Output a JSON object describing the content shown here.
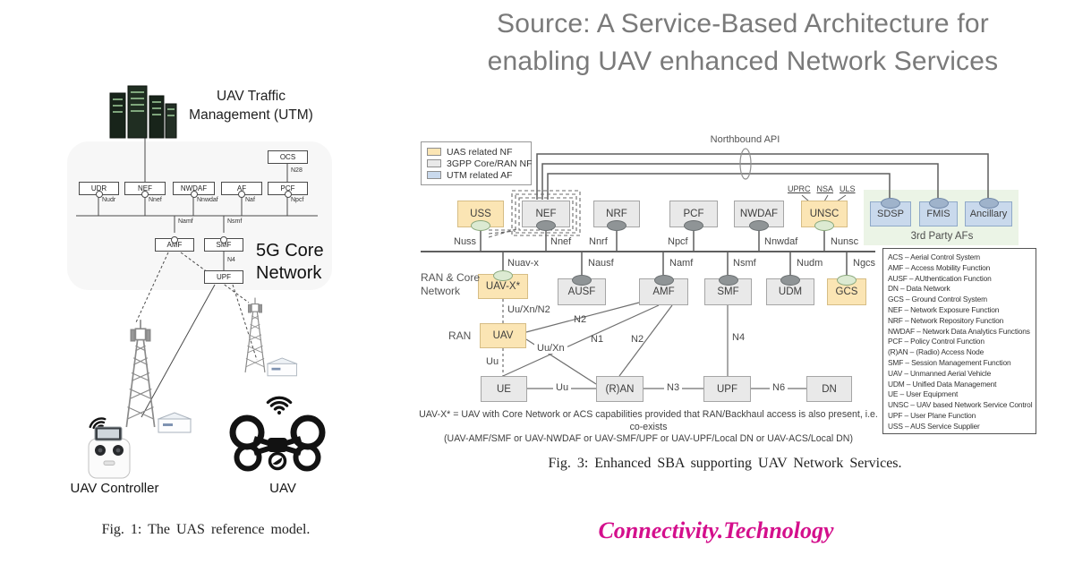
{
  "title": {
    "line1": "Source: A Service-Based Architecture for",
    "line2": "enabling UAV enhanced Network Services"
  },
  "branding": {
    "text": "Connectivity.Technology",
    "color": "#d40f8c"
  },
  "colors": {
    "uas_related_nf": "#fbe5b4",
    "core_ran_nf": "#e9e9e9",
    "utm_related_af": "#c9d9ec",
    "third_party_region": "#ebf4e6",
    "title_gray": "#7a7a7a",
    "accent_magenta": "#d40f8c"
  },
  "fig1": {
    "caption": "Fig. 1: The UAS reference model.",
    "utm_line1": "UAV Traffic",
    "utm_line2": "Management (UTM)",
    "core_line1": "5G Core",
    "core_line2": "Network",
    "boxes": {
      "udr": "UDR",
      "nef": "NEF",
      "nwdaf": "NWDAF",
      "af": "AF",
      "pcf": "PCF",
      "ocs": "OCS",
      "amf": "AMF",
      "smf": "SMF",
      "upf": "UPF"
    },
    "interfaces": {
      "nudr": "Nudr",
      "nnef": "Nnef",
      "nnwdaf": "Nnwdaf",
      "naf": "Naf",
      "npcf": "Npcf",
      "n28": "N28",
      "namf": "Namf",
      "nsmf": "Nsmf",
      "n4": "N4"
    },
    "labels": {
      "uav_controller": "UAV Controller",
      "uav": "UAV"
    }
  },
  "fig3": {
    "caption": "Fig. 3: Enhanced SBA supporting UAV Network Services.",
    "legend": [
      {
        "label": "UAS related NF",
        "color": "#fbe5b4"
      },
      {
        "label": "3GPP Core/RAN NF",
        "color": "#e9e9e9"
      },
      {
        "label": "UTM related AF",
        "color": "#c9d9ec"
      }
    ],
    "northbound_api": "Northbound API",
    "unsc_tags": [
      "UPRC",
      "NSA",
      "ULS"
    ],
    "third_party": "3rd Party AFs",
    "region_labels": {
      "ran_core_line1": "RAN & Core",
      "ran_core_line2": "Network",
      "ran": "RAN"
    },
    "boxes": {
      "uss": "USS",
      "nef": "NEF",
      "nrf": "NRF",
      "pcf": "PCF",
      "nwdaf": "NWDAF",
      "unsc": "UNSC",
      "sdsp": "SDSP",
      "fmis": "FMIS",
      "ancillary": "Ancillary",
      "uavx": "UAV-X*",
      "ausf": "AUSF",
      "amf": "AMF",
      "smf": "SMF",
      "udm": "UDM",
      "gcs": "GCS",
      "uav": "UAV",
      "ue": "UE",
      "ran": "(R)AN",
      "upf": "UPF",
      "dn": "DN"
    },
    "interfaces": {
      "nuss": "Nuss",
      "nnef": "Nnef",
      "nnrf": "Nnrf",
      "npcf": "Npcf",
      "nnwdaf": "Nnwdaf",
      "nunsc": "Nunsc",
      "nuavx": "Nuav-x",
      "nausf": "Nausf",
      "namf": "Namf",
      "nsmf": "Nsmf",
      "nudm": "Nudm",
      "ngcs": "Ngcs"
    },
    "edges": {
      "uu_xn_n2": "Uu/Xn/N2",
      "uu_uav_ue": "Uu",
      "n2_uav": "N2",
      "n1": "N1",
      "n2_ran": "N2",
      "uu_xn": "Uu/Xn",
      "n4": "N4",
      "uu_ue_ran": "Uu",
      "n3": "N3",
      "n6": "N6"
    },
    "footnote_line1": "UAV-X* = UAV with Core Network or ACS capabilities provided that RAN/Backhaul access is also present, i.e. co-exists",
    "footnote_line2": "(UAV-AMF/SMF or UAV-NWDAF or UAV-SMF/UPF or UAV-UPF/Local DN or UAV-ACS/Local DN)",
    "abbreviations": [
      "ACS – Aerial Control System",
      "AMF – Access Mobility Function",
      "AUSF – AUthentication Function",
      "DN – Data Network",
      "GCS – Ground Control System",
      "NEF – Network Exposure Function",
      "NRF – Network Repository Function",
      "NWDAF – Network Data Analytics Functions",
      "PCF – Policy Control Function",
      "(R)AN – (Radio) Access Node",
      "SMF – Session Management Function",
      "UAV – Unmanned Aerial Vehicle",
      "UDM – Unified Data Management",
      "UE – User Equipment",
      "UNSC – UAV based Network Service Control",
      "UPF – User Plane Function",
      "USS – AUS Service Supplier"
    ]
  }
}
